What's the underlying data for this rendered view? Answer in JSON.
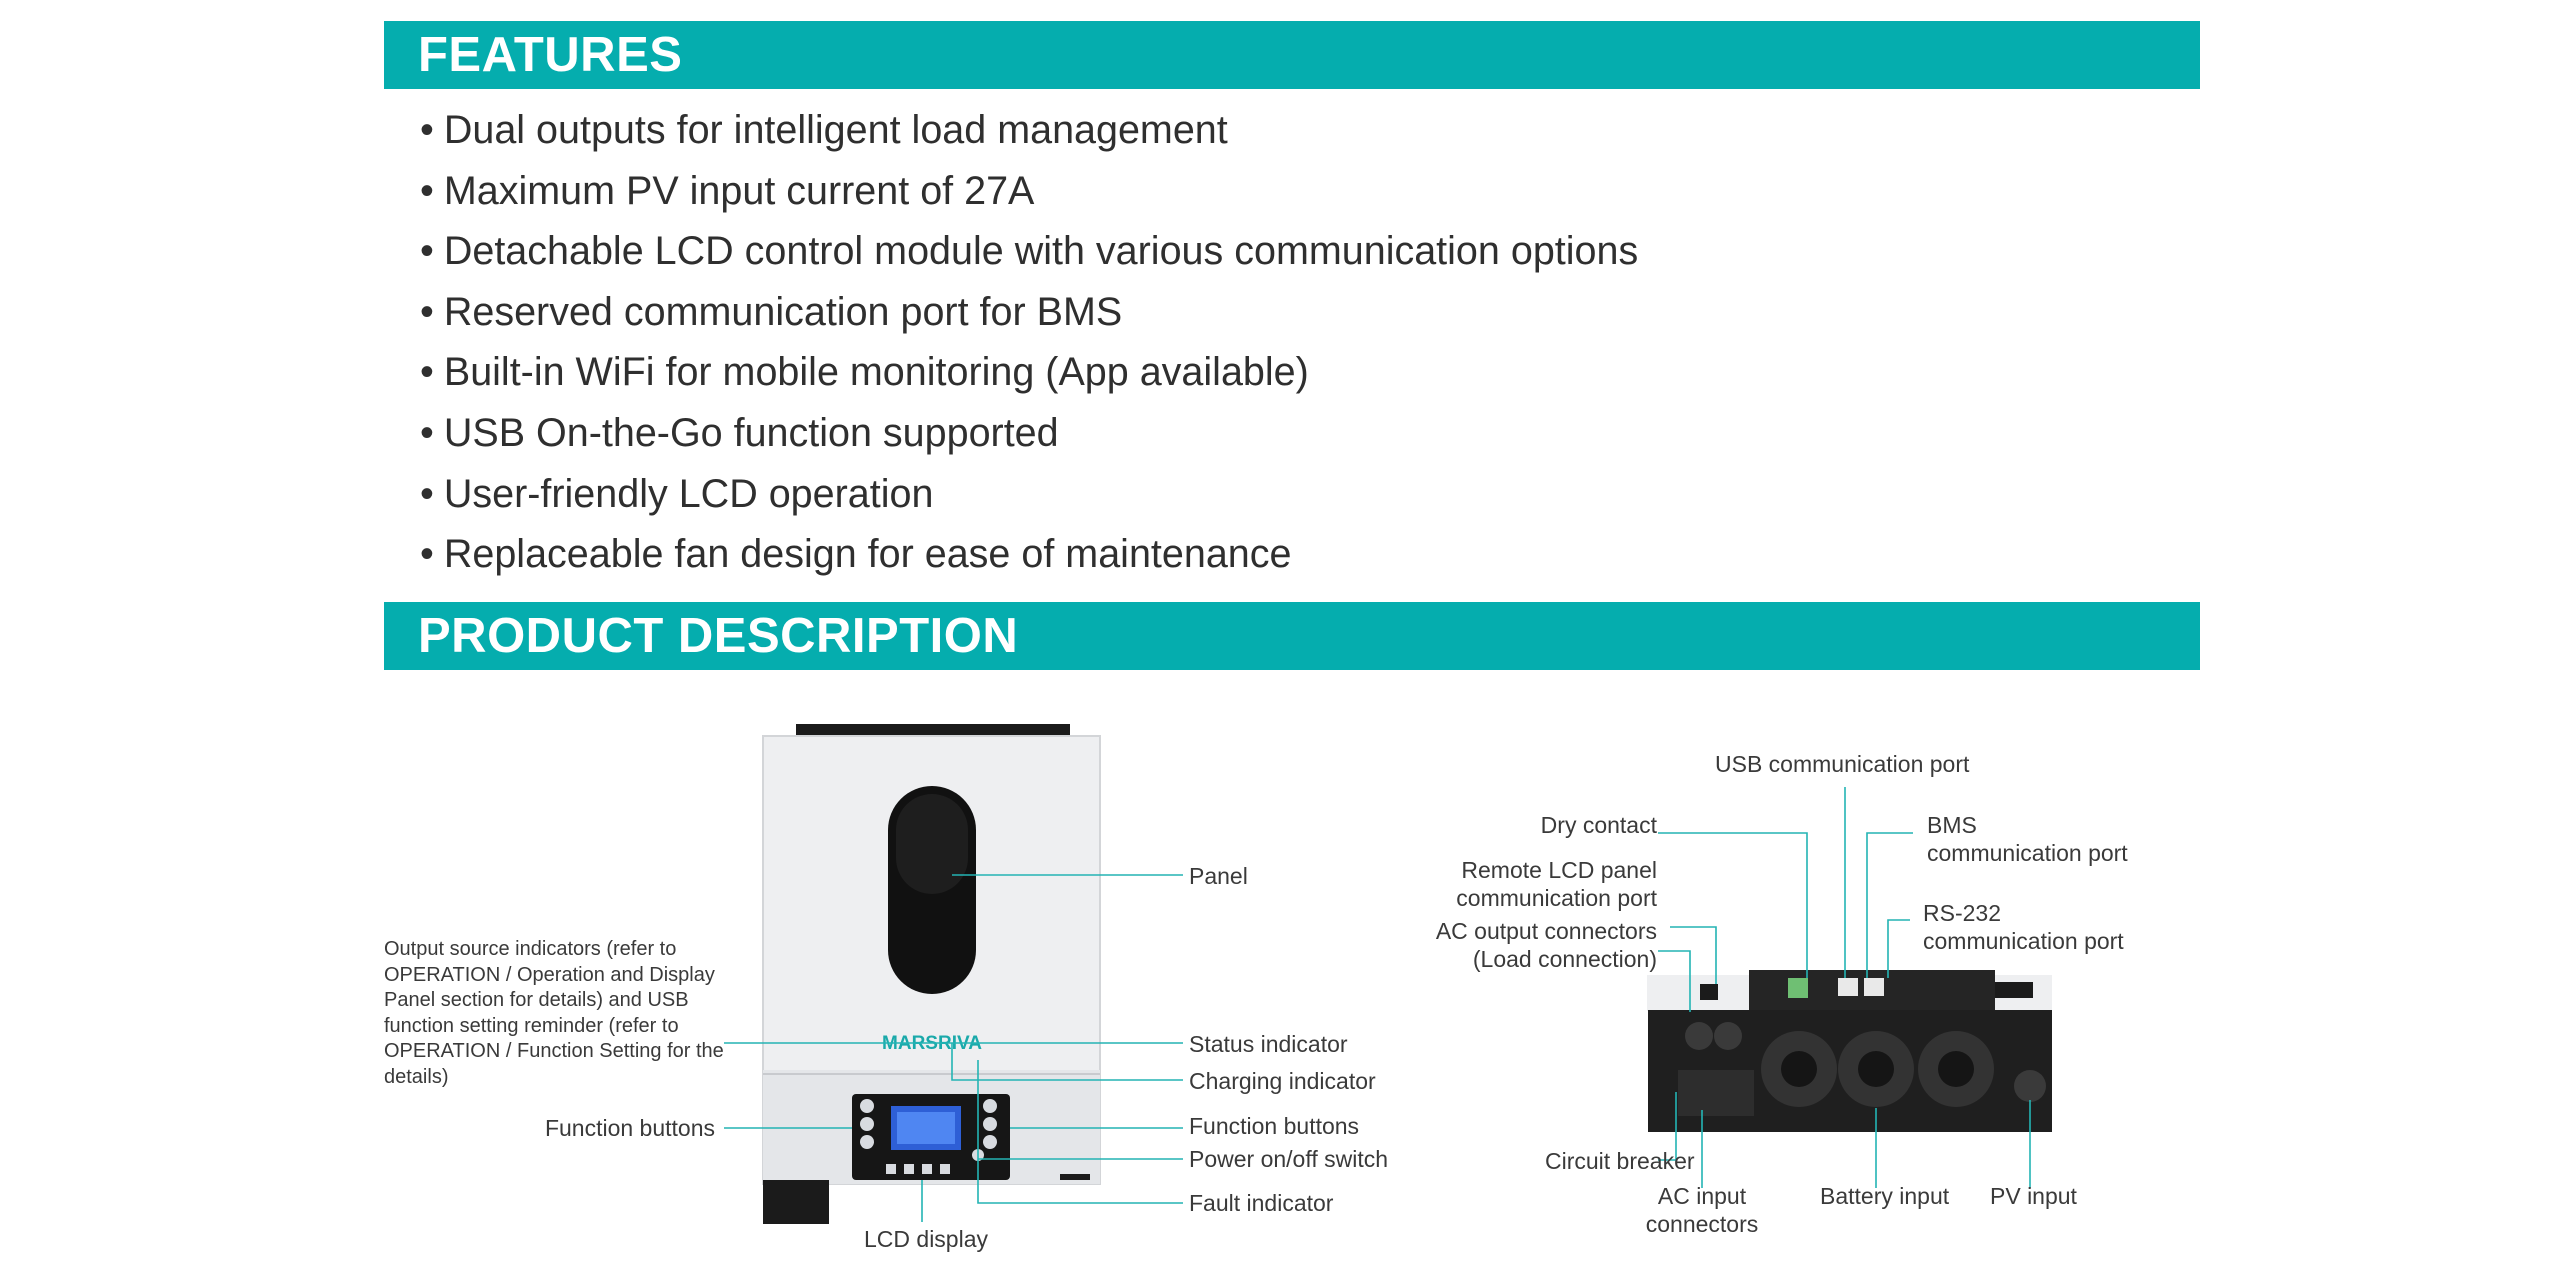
{
  "features": {
    "heading": "FEATURES",
    "items": [
      "Dual outputs for intelligent load management",
      "Maximum PV input current of 27A",
      "Detachable LCD control module with various communication options",
      "Reserved communication port for BMS",
      "Built-in WiFi for mobile monitoring (App available)",
      "USB On-the-Go function supported",
      "User-friendly LCD operation",
      "Replaceable fan design for ease of maintenance"
    ]
  },
  "description": {
    "heading": "PRODUCT DESCRIPTION",
    "brand": "MARSRIVA",
    "front_labels": {
      "panel": "Panel",
      "output_source_note": "Output source indicators (refer to OPERATION / Operation and Display Panel section for details) and USB function setting reminder (refer to OPERATION / Function Setting for the details)",
      "status_indicator": "Status indicator",
      "charging_indicator": "Charging indicator",
      "function_buttons_left": "Function buttons",
      "function_buttons_right": "Function buttons",
      "power_switch": "Power on/off switch",
      "fault_indicator": "Fault indicator",
      "lcd_display": "LCD display"
    },
    "bottom_labels": {
      "usb_port": "USB communication port",
      "dry_contact": "Dry contact",
      "bms_port_1": "BMS",
      "bms_port_2": "communication port",
      "remote_lcd_1": "Remote LCD panel",
      "remote_lcd_2": "communication port",
      "rs232_1": "RS-232",
      "rs232_2": "communication port",
      "ac_output_1": "AC output connectors",
      "ac_output_2": "(Load connection)",
      "circuit_breaker": "Circuit breaker",
      "ac_input_1": "AC input",
      "ac_input_2": "connectors",
      "battery_input": "Battery input",
      "pv_input": "PV input"
    }
  },
  "colors": {
    "accent": "#05adae",
    "leader": "#23b4b4"
  }
}
